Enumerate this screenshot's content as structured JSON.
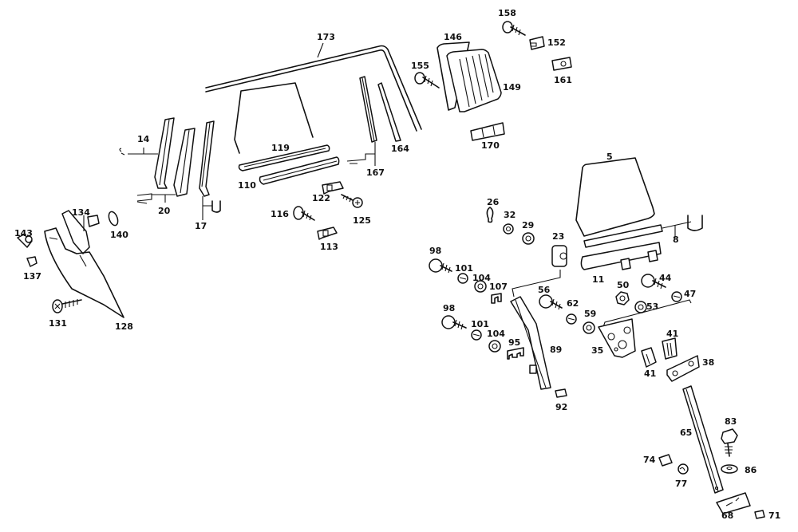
{
  "diagram": {
    "title": "Exploded parts diagram – door window, guide rails and window regulator hardware",
    "stroke_color": "#111111",
    "background": "#ffffff",
    "callouts": [
      {
        "id": "p173",
        "label": "173",
        "part": "outer window channel / weatherstrip frame"
      },
      {
        "id": "p146",
        "label": "146",
        "part": "vent window seal"
      },
      {
        "id": "p149",
        "label": "149",
        "part": "vent window frame"
      },
      {
        "id": "p155",
        "label": "155",
        "part": "screw"
      },
      {
        "id": "p158",
        "label": "158",
        "part": "screw"
      },
      {
        "id": "p152",
        "label": "152",
        "part": "clip"
      },
      {
        "id": "p161",
        "label": "161",
        "part": "clip nut"
      },
      {
        "id": "p170",
        "label": "170",
        "part": "bracket"
      },
      {
        "id": "p14",
        "label": "14",
        "part": "guide rail"
      },
      {
        "id": "p20",
        "label": "20",
        "part": "guide rail"
      },
      {
        "id": "p17",
        "label": "17",
        "part": "guide rail"
      },
      {
        "id": "p119",
        "label": "119",
        "part": "window strip"
      },
      {
        "id": "p110",
        "label": "110",
        "part": "window channel"
      },
      {
        "id": "p122",
        "label": "122",
        "part": "clip"
      },
      {
        "id": "p125",
        "label": "125",
        "part": "screw"
      },
      {
        "id": "p116",
        "label": "116",
        "part": "screw"
      },
      {
        "id": "p113",
        "label": "113",
        "part": "clip"
      },
      {
        "id": "p167",
        "label": "167",
        "part": "rear window guide"
      },
      {
        "id": "p164",
        "label": "164",
        "part": "seal strip"
      },
      {
        "id": "p134",
        "label": "134",
        "part": "bracket"
      },
      {
        "id": "p140",
        "label": "140",
        "part": "clip"
      },
      {
        "id": "p143",
        "label": "143",
        "part": "clip"
      },
      {
        "id": "p137",
        "label": "137",
        "part": "plug"
      },
      {
        "id": "p131",
        "label": "131",
        "part": "screw"
      },
      {
        "id": "p128",
        "label": "128",
        "part": "trim panel"
      },
      {
        "id": "p5",
        "label": "5",
        "part": "window glass"
      },
      {
        "id": "p8",
        "label": "8",
        "part": "glass channel"
      },
      {
        "id": "p11",
        "label": "11",
        "part": "glass lift channel"
      },
      {
        "id": "p26",
        "label": "26",
        "part": "circlip"
      },
      {
        "id": "p32",
        "label": "32",
        "part": "bushing"
      },
      {
        "id": "p29",
        "label": "29",
        "part": "washer"
      },
      {
        "id": "p23",
        "label": "23",
        "part": "slider"
      },
      {
        "id": "p98a",
        "label": "98",
        "part": "bolt"
      },
      {
        "id": "p101a",
        "label": "101",
        "part": "lock washer"
      },
      {
        "id": "p104a",
        "label": "104",
        "part": "washer"
      },
      {
        "id": "p107",
        "label": "107",
        "part": "clip"
      },
      {
        "id": "p98b",
        "label": "98",
        "part": "bolt"
      },
      {
        "id": "p101b",
        "label": "101",
        "part": "lock washer"
      },
      {
        "id": "p104b",
        "label": "104",
        "part": "washer"
      },
      {
        "id": "p95",
        "label": "95",
        "part": "shim"
      },
      {
        "id": "p89",
        "label": "89",
        "part": "guide rail"
      },
      {
        "id": "p92",
        "label": "92",
        "part": "pad"
      },
      {
        "id": "p56",
        "label": "56",
        "part": "bolt"
      },
      {
        "id": "p62",
        "label": "62",
        "part": "lock washer"
      },
      {
        "id": "p59",
        "label": "59",
        "part": "washer"
      },
      {
        "id": "p50",
        "label": "50",
        "part": "nut"
      },
      {
        "id": "p53",
        "label": "53",
        "part": "washer"
      },
      {
        "id": "p44",
        "label": "44",
        "part": "bolt"
      },
      {
        "id": "p47",
        "label": "47",
        "part": "lock washer"
      },
      {
        "id": "p35",
        "label": "35",
        "part": "mounting plate"
      },
      {
        "id": "p41a",
        "label": "41",
        "part": "rubber buffer"
      },
      {
        "id": "p41b",
        "label": "41",
        "part": "rubber buffer"
      },
      {
        "id": "p38",
        "label": "38",
        "part": "bracket"
      },
      {
        "id": "p65",
        "label": "65",
        "part": "guide bar"
      },
      {
        "id": "p83",
        "label": "83",
        "part": "screw"
      },
      {
        "id": "p86",
        "label": "86",
        "part": "washer"
      },
      {
        "id": "p74",
        "label": "74",
        "part": "clip"
      },
      {
        "id": "p77",
        "label": "77",
        "part": "bushing"
      },
      {
        "id": "p68",
        "label": "68",
        "part": "bracket"
      },
      {
        "id": "p71",
        "label": "71",
        "part": "pin"
      }
    ]
  }
}
